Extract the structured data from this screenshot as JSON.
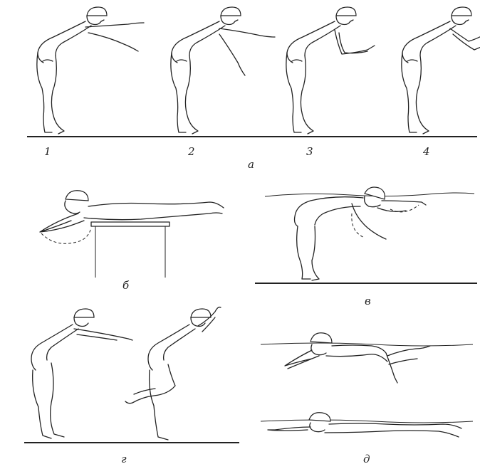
{
  "labels": {
    "pose_1": "1",
    "pose_2": "2",
    "pose_3": "3",
    "pose_4": "4",
    "group_a": "а",
    "group_b": "б",
    "group_v": "в",
    "group_g": "г",
    "group_d": "д"
  }
}
